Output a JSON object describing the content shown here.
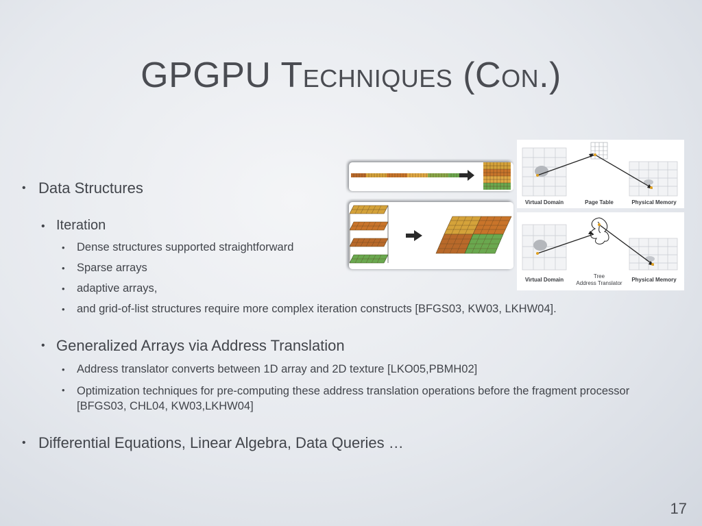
{
  "slide": {
    "title_main": "GPGPU T",
    "title_sc1": "echniques",
    "title_paren_open": " (C",
    "title_sc2": "on",
    "title_paren_close": ".)",
    "page_number": "17"
  },
  "bullets": {
    "data_structures": "Data Structures",
    "iteration": "Iteration",
    "dense": "Dense structures supported straightforward",
    "sparse": "Sparse arrays",
    "adaptive": "adaptive arrays,",
    "grid_of_list": "and grid-of-list structures require more complex iteration constructs [BFGS03, KW03, LKHW04].",
    "generalized": "Generalized Arrays via Address Translation",
    "translator": "Address translator converts between 1D array and 2D texture [LKO05,PBMH02]",
    "optimization": "Optimization techniques for pre-computing these address translation operations before the fragment processor [BFGS03, CHL04, KW03,LKHW04]",
    "differential": "Differential Equations, Linear Algebra, Data Queries …"
  },
  "bullet_glyph": "•",
  "diagram_top": {
    "label_virtual": "Virtual Domain",
    "label_page": "Page Table",
    "label_physical": "Physical Memory"
  },
  "diagram_bottom": {
    "label_virtual": "Virtual Domain",
    "label_tree": "Tree",
    "label_translator": "Address Translator",
    "label_physical": "Physical Memory"
  },
  "colors": {
    "arrow": "#2a2a2a",
    "cell_orange": "#c8742a",
    "cell_green": "#6aa84f",
    "cell_yellow": "#d4a23a"
  }
}
